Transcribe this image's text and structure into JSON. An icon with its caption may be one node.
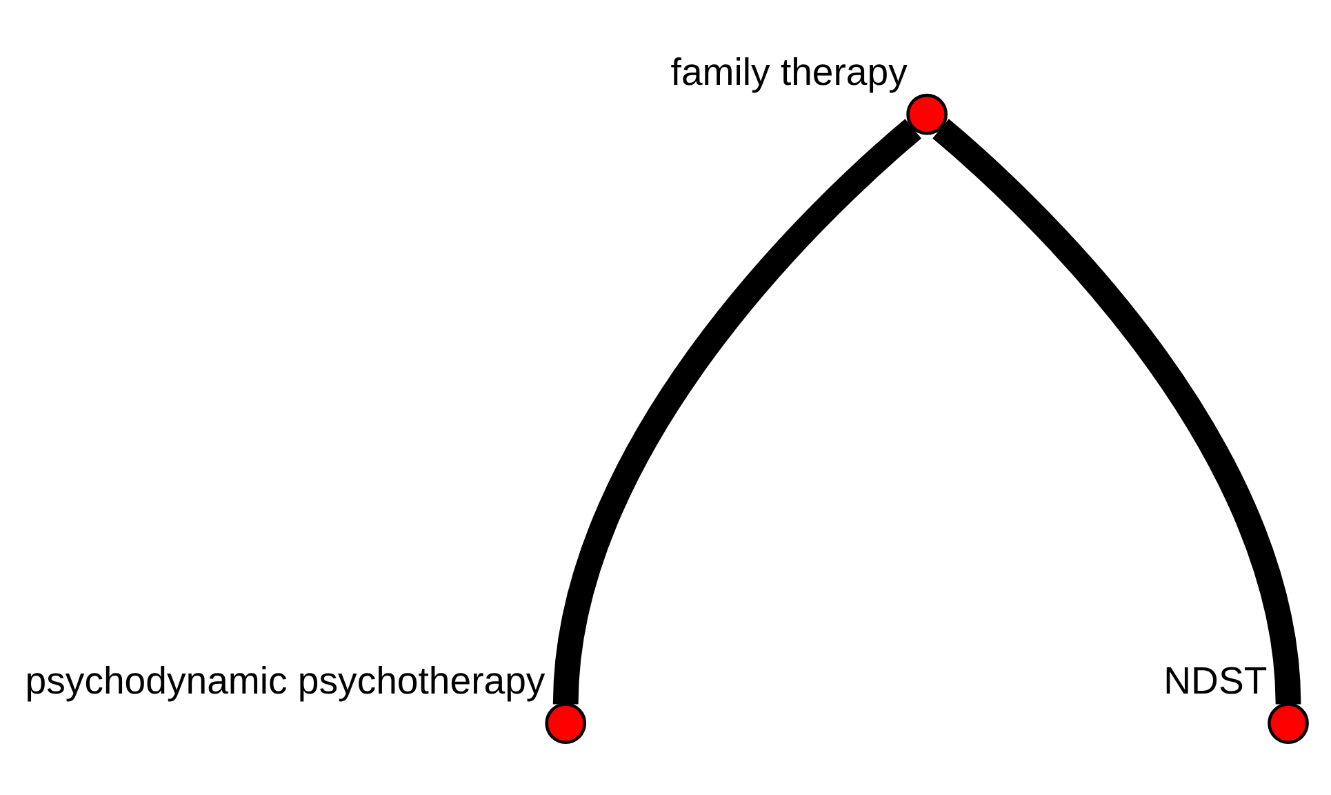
{
  "diagram": {
    "nodes": [
      {
        "text": [],
        "shape": "circle",
        "beside": [
          "family therapy"
        ]
      },
      {
        "text": [],
        "shape": "circle",
        "beside": [
          "psychodynamic psychotherapy"
        ]
      },
      {
        "text": [],
        "shape": "circle",
        "beside": [
          "NDST"
        ]
      }
    ],
    "edges": [
      {
        "from": 0,
        "to": 1,
        "arrow": "none"
      },
      {
        "from": 0,
        "to": 2,
        "arrow": "none"
      }
    ]
  }
}
